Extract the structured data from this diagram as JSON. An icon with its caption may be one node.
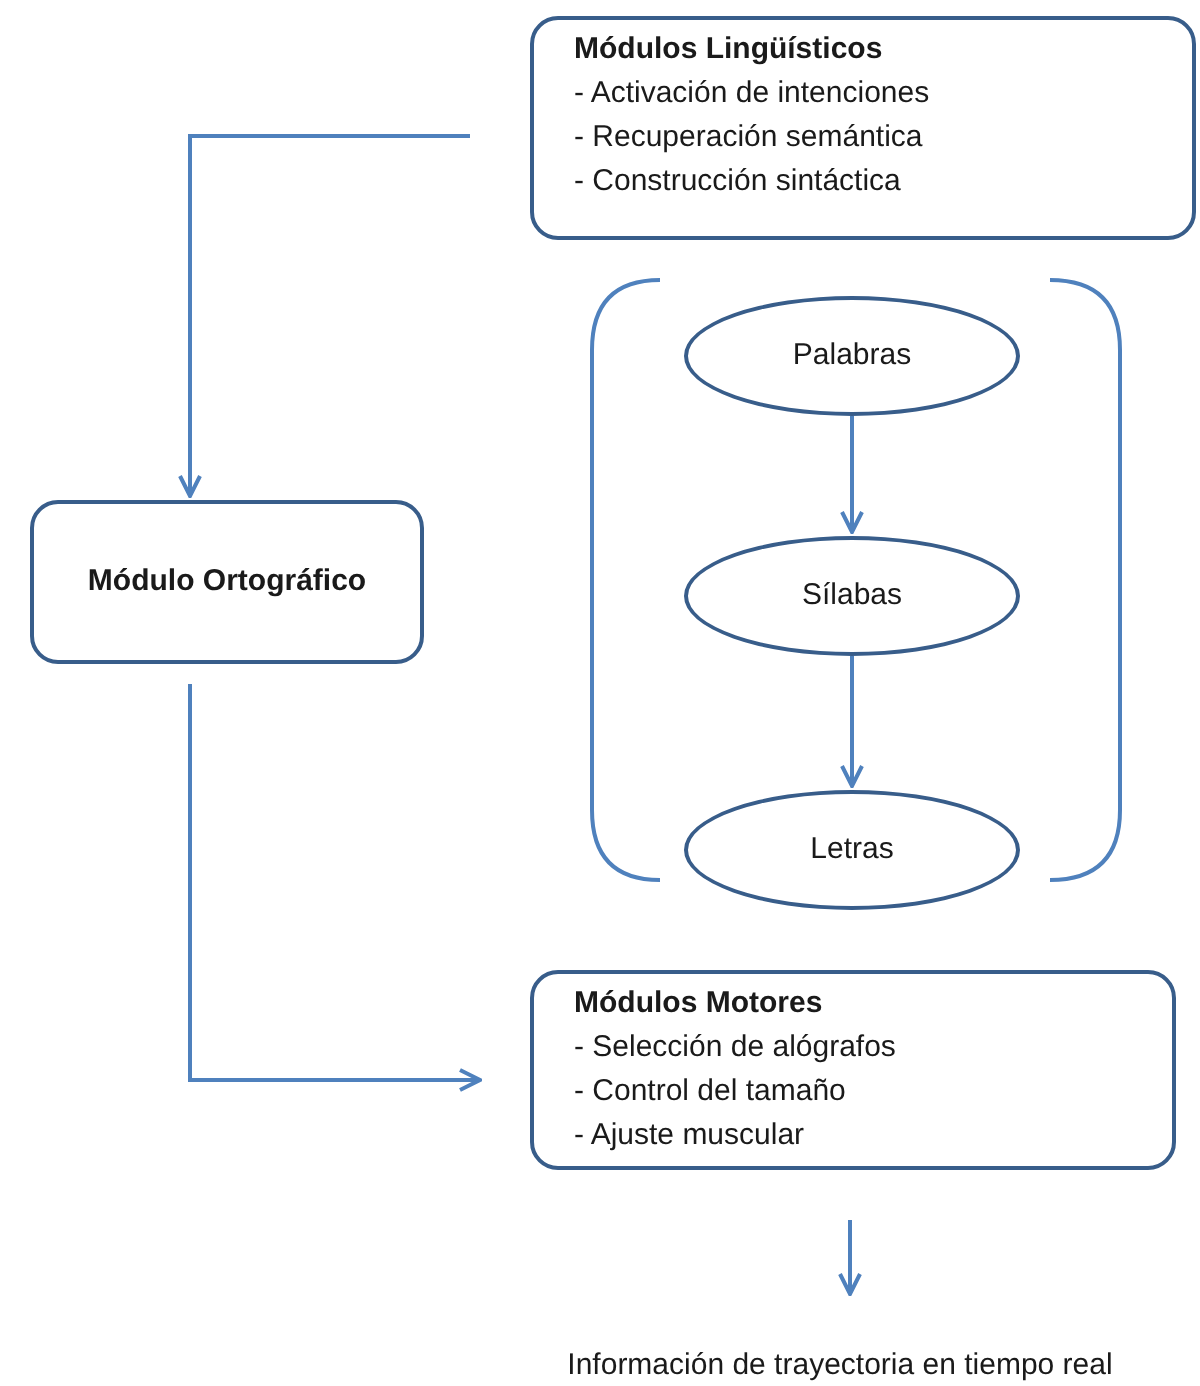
{
  "diagram": {
    "nodes": [
      {
        "text": [
          "Módulos Lingüísticos",
          "- Activación de intenciones",
          "- Recuperación semántica",
          "- Construcción sintáctica"
        ]
      },
      {
        "text": [
          "Módulo Ortográfico"
        ]
      },
      {
        "text": [
          "Palabras"
        ]
      },
      {
        "text": [
          "Sílabas"
        ]
      },
      {
        "text": [
          "Letras"
        ]
      },
      {
        "text": [
          "Módulos Motores",
          "- Selección de alógrafos",
          "- Control del tamaño",
          "- Ajuste muscular"
        ]
      },
      {
        "text": [
          "Información de trayectoria en tiempo real"
        ]
      }
    ],
    "edges": [
      {
        "from": 0,
        "to": 1,
        "arrow": "to"
      },
      {
        "from": 2,
        "to": 3,
        "arrow": "to"
      },
      {
        "from": 3,
        "to": 4,
        "arrow": "to"
      },
      {
        "from": 1,
        "to": 5,
        "arrow": "to"
      },
      {
        "from": 5,
        "to": 6,
        "arrow": "to"
      }
    ]
  }
}
